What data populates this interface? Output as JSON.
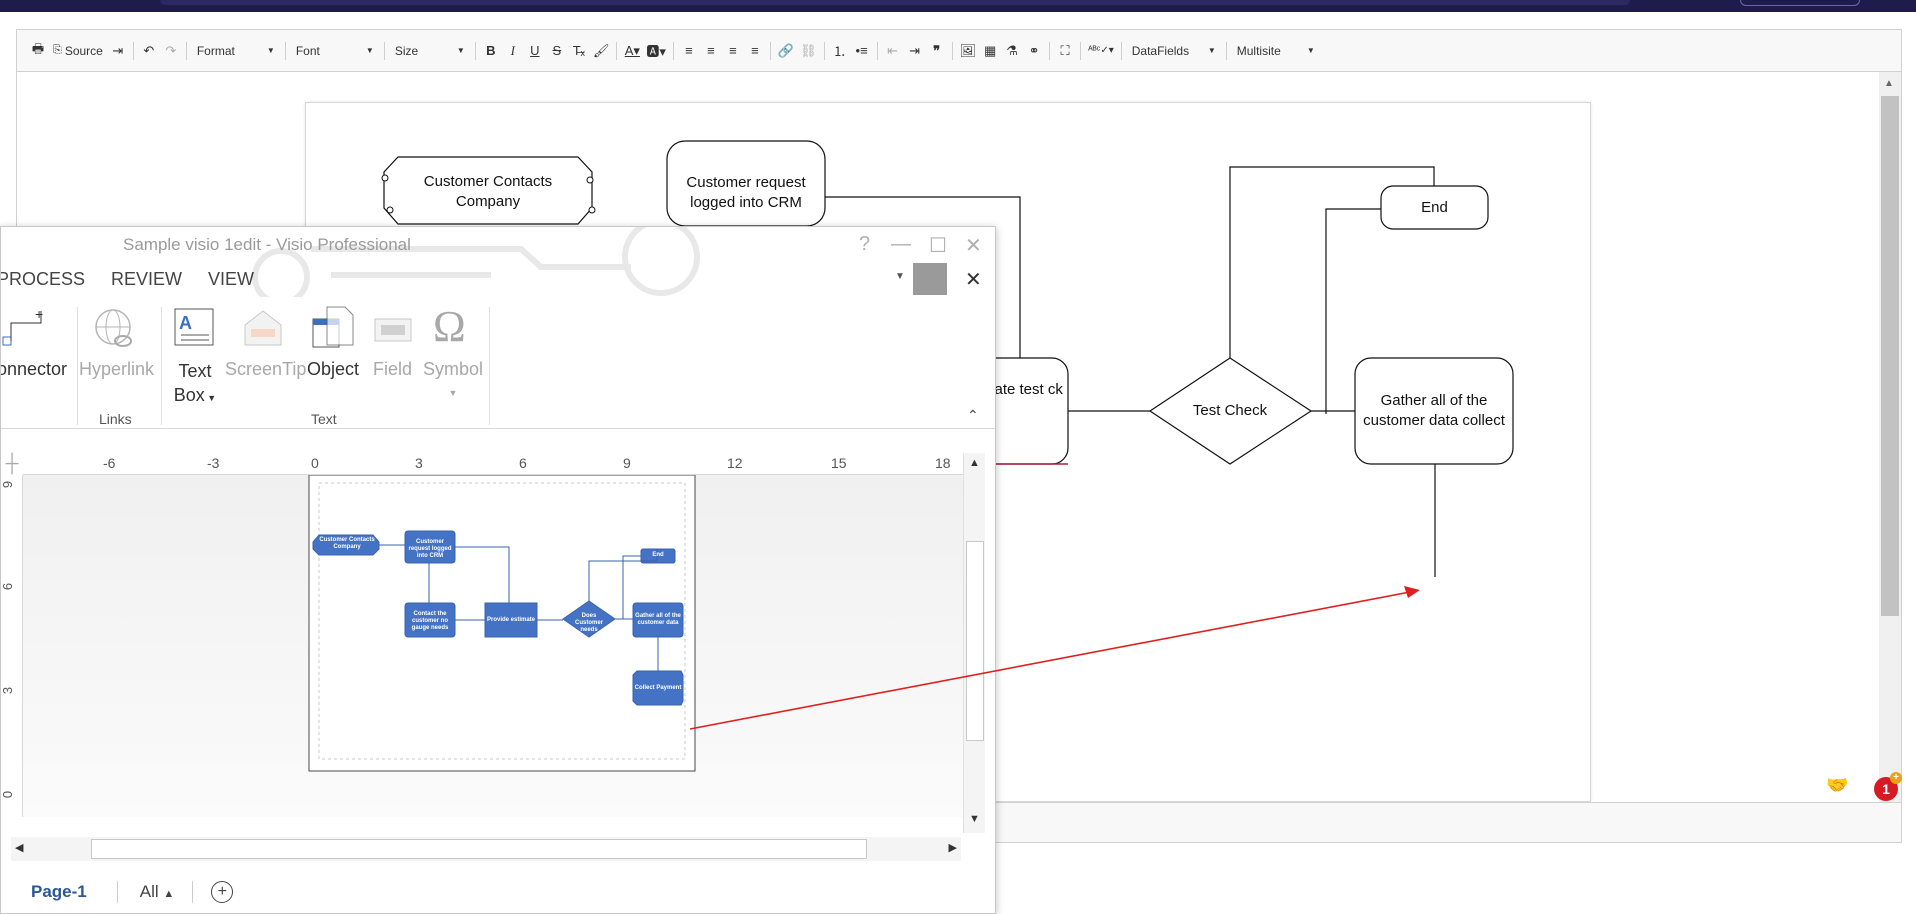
{
  "toolbar": {
    "source_label": "Source",
    "format_label": "Format",
    "font_label": "Font",
    "size_label": "Size",
    "datafields_label": "DataFields",
    "multisite_label": "Multisite"
  },
  "diagram": {
    "contacts": "Customer Contacts Company",
    "crm": "Customer request logged into CRM",
    "end": "End",
    "estimate": "mate test ck",
    "test_check": "Test Check",
    "gather": "Gather all of the customer data collect"
  },
  "visio": {
    "title": "Sample visio 1edit - Visio Professional",
    "tabs": [
      "PROCESS",
      "REVIEW",
      "VIEW"
    ],
    "ribbon": {
      "connector": "onnector",
      "hyperlink": "Hyperlink",
      "text_box": "Text",
      "text_box2": "Box",
      "screentip": "ScreenTip",
      "object": "Object",
      "field": "Field",
      "symbol": "Symbol",
      "group_links": "Links",
      "group_text": "Text"
    },
    "ruler_h": [
      "-6",
      "-3",
      "0",
      "3",
      "6",
      "9",
      "12",
      "15",
      "18"
    ],
    "ruler_v": [
      "9",
      "6",
      "3",
      "0"
    ],
    "mini": {
      "contacts": "Customer Contacts Company",
      "crm": "Customer request logged into CRM",
      "contact": "Contact the customer no gauge needs",
      "estimate": "Provide estimate",
      "does": "Does Customer needs",
      "end": "End",
      "gather": "Gather all of the customer data",
      "payment": "Collect Payment"
    },
    "page_tab": "Page-1",
    "all_label": "All"
  },
  "notifications": {
    "count": "1"
  },
  "colors": {
    "accent": "#3b64b4",
    "shape_fill": "#4472c4",
    "arrow": "#e02020",
    "topbar": "#1f1b4d"
  }
}
